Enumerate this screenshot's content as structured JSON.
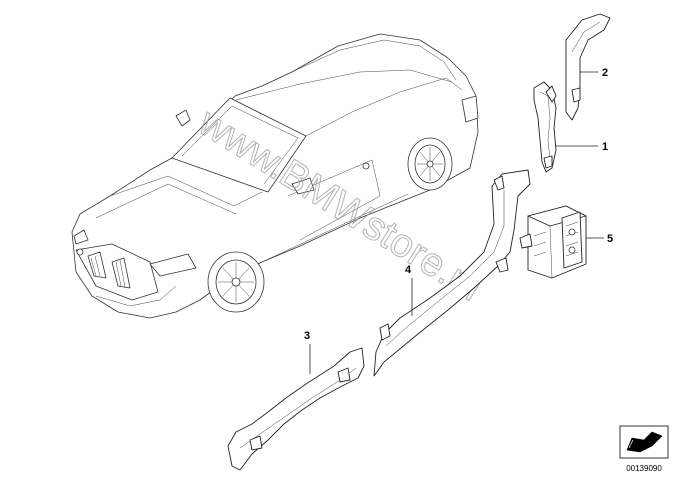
{
  "diagram": {
    "callouts": [
      "1",
      "2",
      "3",
      "4",
      "5"
    ],
    "watermark": "www.BMWstore.pl",
    "reference_number": "00139090",
    "icons": [
      "car-outline-icon",
      "arrow-badge-icon"
    ]
  }
}
